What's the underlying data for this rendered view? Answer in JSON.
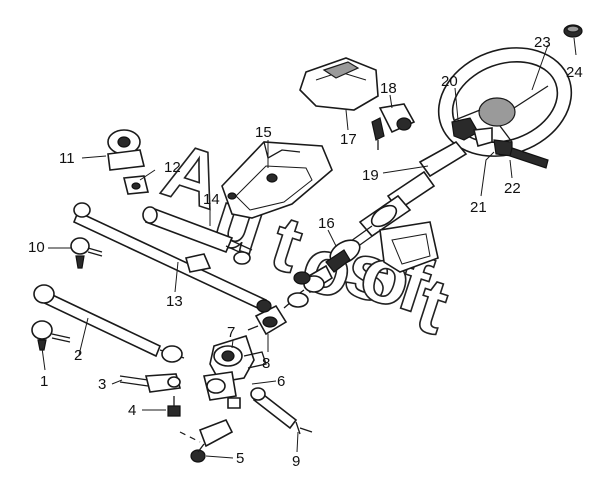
{
  "watermark": {
    "letters": [
      "A",
      "u",
      "t",
      "o",
      "s",
      "o",
      "f",
      "t"
    ]
  },
  "callouts": [
    {
      "id": "label-1",
      "text": "1"
    },
    {
      "id": "label-2",
      "text": "2"
    },
    {
      "id": "label-3",
      "text": "3"
    },
    {
      "id": "label-4",
      "text": "4"
    },
    {
      "id": "label-5",
      "text": "5"
    },
    {
      "id": "label-6",
      "text": "6"
    },
    {
      "id": "label-7",
      "text": "7"
    },
    {
      "id": "label-8",
      "text": "8"
    },
    {
      "id": "label-9",
      "text": "9"
    },
    {
      "id": "label-10",
      "text": "10"
    },
    {
      "id": "label-11",
      "text": "11"
    },
    {
      "id": "label-12",
      "text": "12"
    },
    {
      "id": "label-13",
      "text": "13"
    },
    {
      "id": "label-14",
      "text": "14"
    },
    {
      "id": "label-15",
      "text": "15"
    },
    {
      "id": "label-16",
      "text": "16"
    },
    {
      "id": "label-17",
      "text": "17"
    },
    {
      "id": "label-18",
      "text": "18"
    },
    {
      "id": "label-19",
      "text": "19"
    },
    {
      "id": "label-20",
      "text": "20"
    },
    {
      "id": "label-21",
      "text": "21"
    },
    {
      "id": "label-22",
      "text": "22"
    },
    {
      "id": "label-23",
      "text": "23"
    },
    {
      "id": "label-24",
      "text": "24"
    }
  ]
}
